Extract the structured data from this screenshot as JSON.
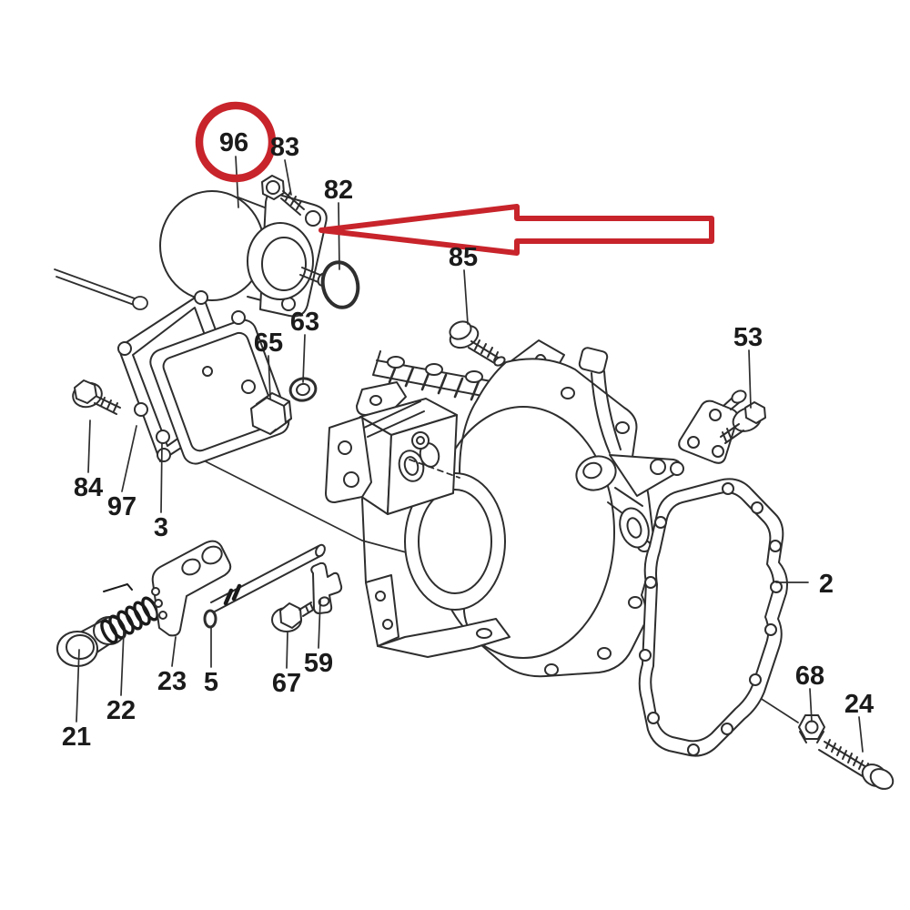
{
  "figure": {
    "type": "exploded-parts-diagram",
    "description_visible_elements": "engine fuel injection pump exploded view with numbered callouts, red circle highlight and red arrow"
  },
  "colors": {
    "background": "#ffffff",
    "ink": "#2e2e2e",
    "text": "#1b1b1b",
    "highlight": "#c8242b"
  },
  "annotations": {
    "circled_callout": "96",
    "arrow_direction": "left"
  },
  "callouts": [
    {
      "id": "96",
      "text": "96",
      "highlighted": true
    },
    {
      "id": "83",
      "text": "83"
    },
    {
      "id": "82",
      "text": "82"
    },
    {
      "id": "85",
      "text": "85"
    },
    {
      "id": "53",
      "text": "53"
    },
    {
      "id": "65",
      "text": "65"
    },
    {
      "id": "63",
      "text": "63"
    },
    {
      "id": "84",
      "text": "84"
    },
    {
      "id": "97",
      "text": "97"
    },
    {
      "id": "3",
      "text": "3"
    },
    {
      "id": "2",
      "text": "2"
    },
    {
      "id": "21",
      "text": "21"
    },
    {
      "id": "22",
      "text": "22"
    },
    {
      "id": "23",
      "text": "23"
    },
    {
      "id": "5",
      "text": "5"
    },
    {
      "id": "67",
      "text": "67"
    },
    {
      "id": "59",
      "text": "59"
    },
    {
      "id": "68",
      "text": "68"
    },
    {
      "id": "24",
      "text": "24"
    }
  ]
}
